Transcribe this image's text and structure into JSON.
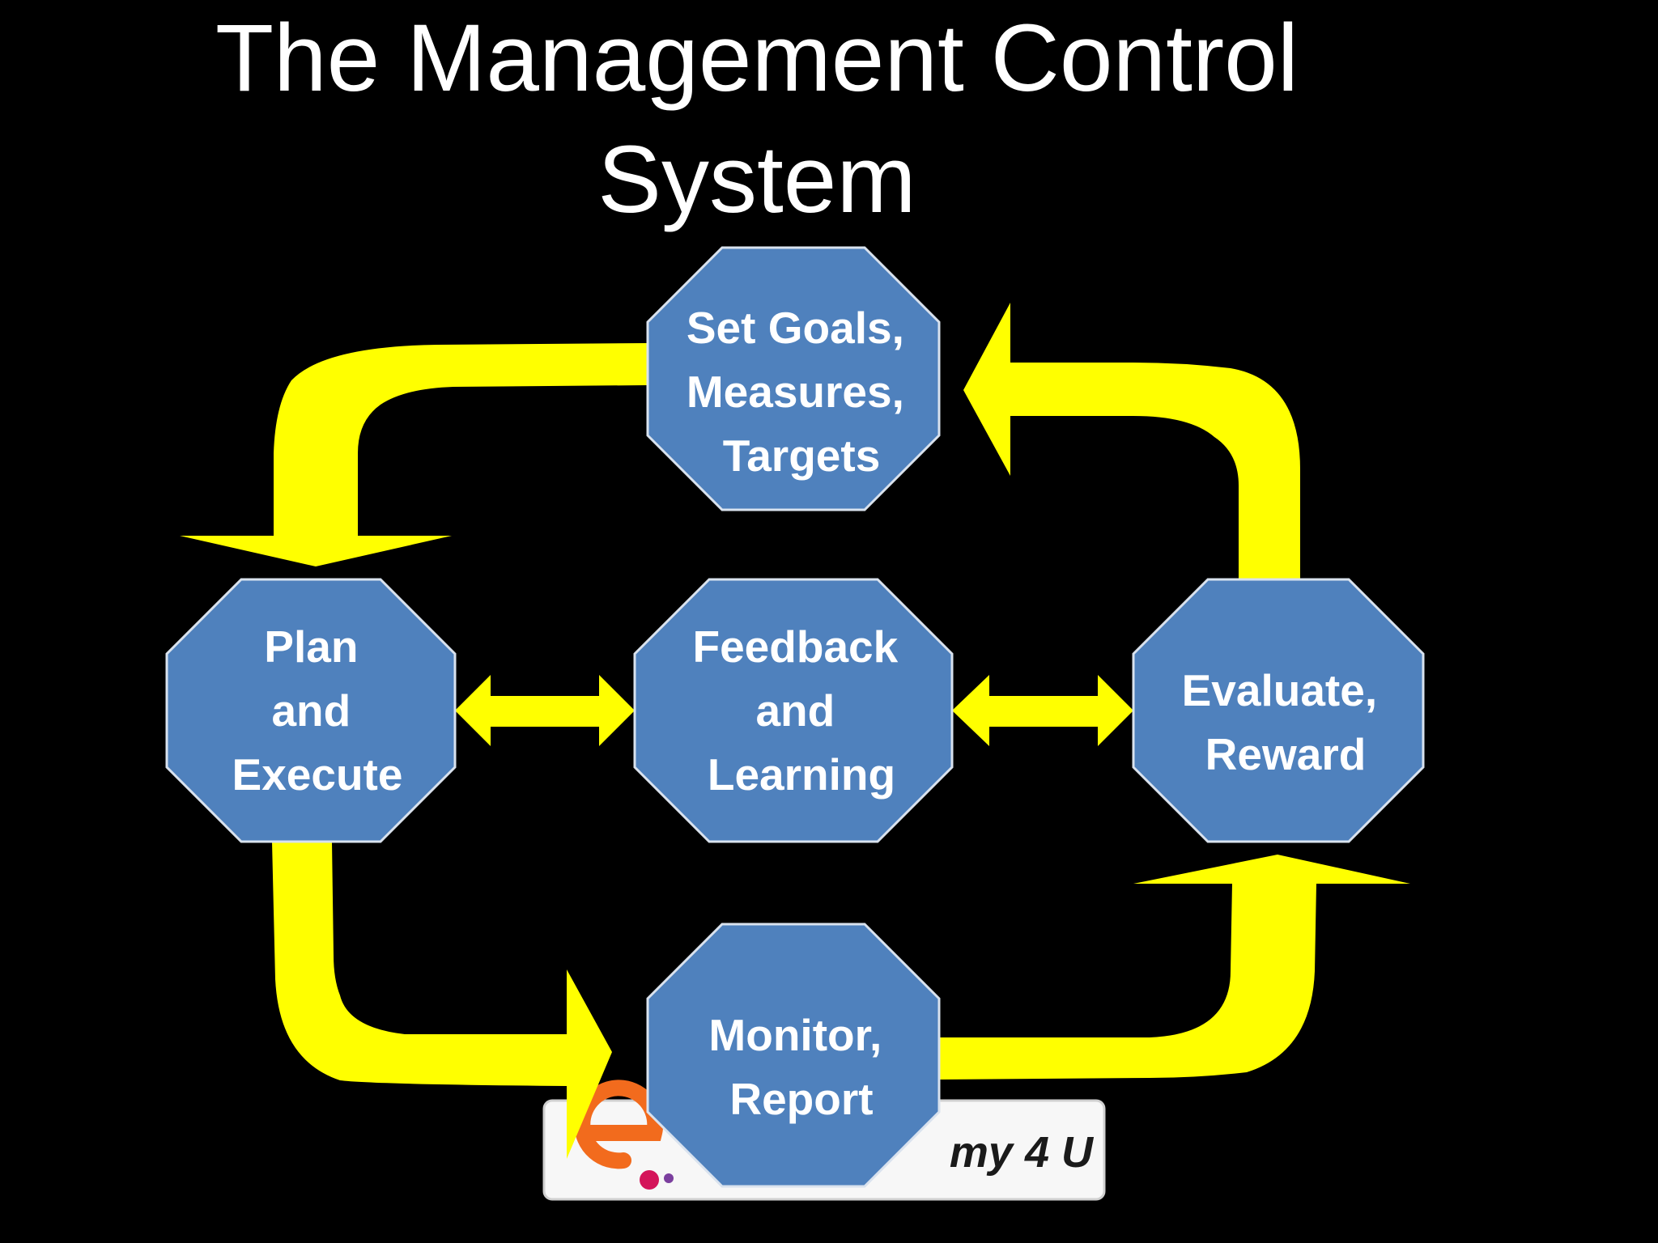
{
  "title": {
    "line1": "The Management Control",
    "line2": "System"
  },
  "nodes": {
    "set_goals": {
      "lines": [
        "Set Goals,",
        "Measures,",
        "Targets"
      ]
    },
    "plan_execute": {
      "lines": [
        "Plan",
        "and",
        "Execute"
      ]
    },
    "feedback": {
      "lines": [
        "Feedback",
        "and",
        "Learning"
      ]
    },
    "evaluate": {
      "lines": [
        "Evaluate,",
        "Reward"
      ]
    },
    "monitor": {
      "lines": [
        "Monitor,",
        "Report"
      ]
    }
  },
  "logo": {
    "text": "my 4 U"
  },
  "colors": {
    "background": "#000000",
    "arrow": "#ffff00",
    "node_fill": "#4f81bd",
    "node_stroke": "#d9e2ee",
    "text": "#ffffff",
    "logo_orange": "#f26b1d",
    "logo_magenta": "#d4145a",
    "logo_purple": "#7b3f9e"
  }
}
